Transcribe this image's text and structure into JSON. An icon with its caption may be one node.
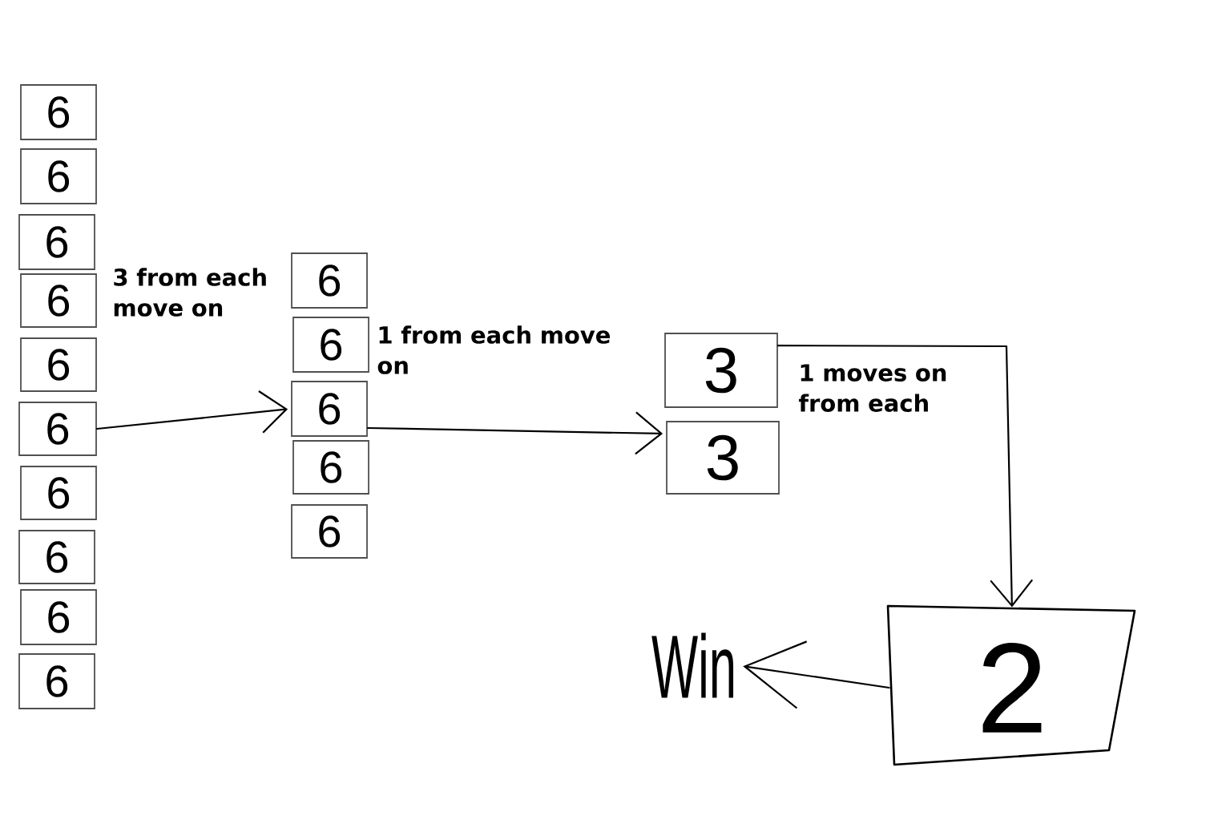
{
  "diagram": {
    "nodes": [
      {
        "text": [
          "6"
        ]
      },
      {
        "text": [
          "6"
        ]
      },
      {
        "text": [
          "6"
        ]
      },
      {
        "text": [
          "6"
        ]
      },
      {
        "text": [
          "6"
        ]
      },
      {
        "text": [
          "6"
        ]
      },
      {
        "text": [
          "6"
        ]
      },
      {
        "text": [
          "6"
        ]
      },
      {
        "text": [
          "6"
        ]
      },
      {
        "text": [
          "6"
        ]
      },
      {
        "text": [
          "6"
        ]
      },
      {
        "text": [
          "6"
        ]
      },
      {
        "text": [
          "6"
        ]
      },
      {
        "text": [
          "6"
        ]
      },
      {
        "text": [
          "6"
        ]
      },
      {
        "text": [
          "3"
        ]
      },
      {
        "text": [
          "3"
        ]
      },
      {
        "text": [
          "2"
        ]
      },
      {
        "text": [
          "Win"
        ]
      }
    ],
    "edges": [
      {
        "from": 5,
        "to": 12,
        "arrow": "to",
        "label": "3 from each move on"
      },
      {
        "from": 12,
        "to": 16,
        "arrow": "to",
        "label": "1 from each move on"
      },
      {
        "from": 15,
        "to": 17,
        "arrow": "to",
        "label": "1 moves on from each"
      },
      {
        "from": 17,
        "to": 18,
        "arrow": "to"
      }
    ]
  }
}
